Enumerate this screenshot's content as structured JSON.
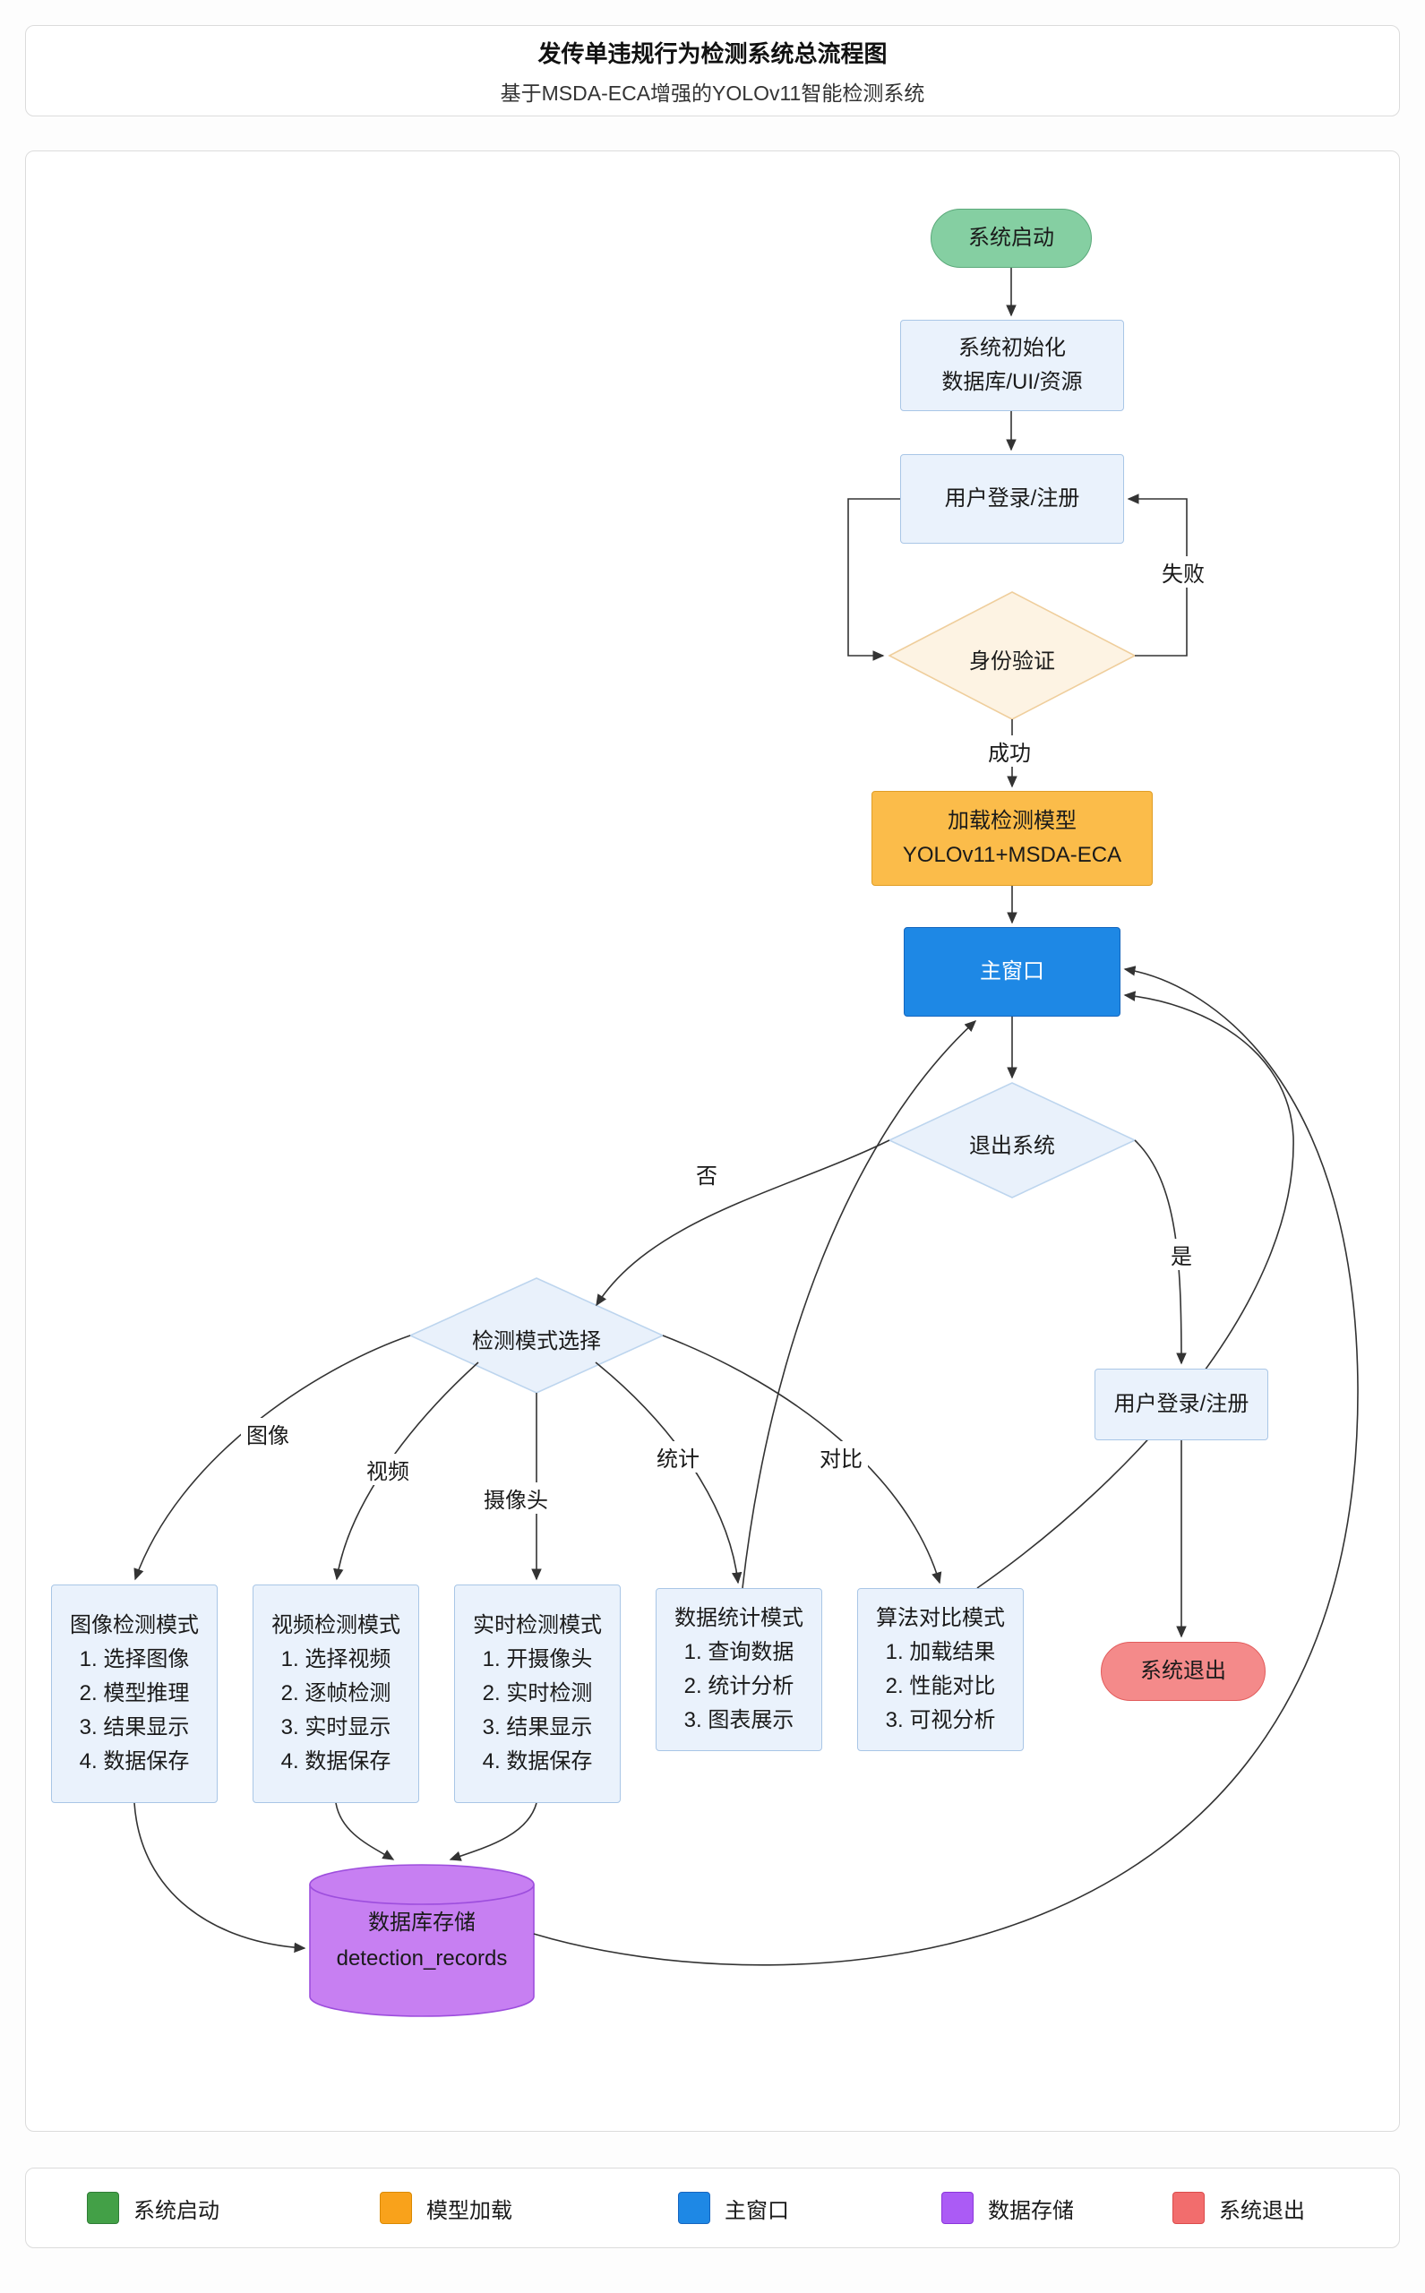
{
  "header": {
    "title": "发传单违规行为检测系统总流程图",
    "subtitle": "基于MSDA-ECA增强的YOLOv11智能检测系统"
  },
  "flowchart": {
    "nodes": {
      "start": {
        "label": "系统启动"
      },
      "init": {
        "line1": "系统初始化",
        "line2": "数据库/UI/资源"
      },
      "login": {
        "label": "用户登录/注册"
      },
      "auth": {
        "label": "身份验证"
      },
      "load_model": {
        "line1": "加载检测模型",
        "line2": "YOLOv11+MSDA-ECA"
      },
      "main_window": {
        "label": "主窗口"
      },
      "exit_decision": {
        "label": "退出系统"
      },
      "mode_select": {
        "label": "检测模式选择"
      },
      "relogin": {
        "label": "用户登录/注册"
      },
      "system_exit": {
        "label": "系统退出"
      },
      "database": {
        "line1": "数据库存储",
        "line2": "detection_records"
      },
      "image_mode": {
        "title": "图像检测模式",
        "steps": [
          "1. 选择图像",
          "2. 模型推理",
          "3. 结果显示",
          "4. 数据保存"
        ]
      },
      "video_mode": {
        "title": "视频检测模式",
        "steps": [
          "1. 选择视频",
          "2. 逐帧检测",
          "3. 实时显示",
          "4. 数据保存"
        ]
      },
      "realtime_mode": {
        "title": "实时检测模式",
        "steps": [
          "1. 开摄像头",
          "2. 实时检测",
          "3. 结果显示",
          "4. 数据保存"
        ]
      },
      "stats_mode": {
        "title": "数据统计模式",
        "steps": [
          "1. 查询数据",
          "2. 统计分析",
          "3. 图表展示"
        ]
      },
      "compare_mode": {
        "title": "算法对比模式",
        "steps": [
          "1. 加载结果",
          "2. 性能对比",
          "3. 可视分析"
        ]
      }
    },
    "edge_labels": {
      "fail": "失败",
      "success": "成功",
      "yes": "是",
      "no": "否",
      "image": "图像",
      "video": "视频",
      "camera": "摄像头",
      "stats": "统计",
      "compare": "对比"
    },
    "colors": {
      "start_fill": "#85CFA2",
      "process_fill": "#EAF2FC",
      "auth_fill": "#FDF3E3",
      "model_fill": "#FBBC4A",
      "main_window_fill": "#1E88E5",
      "decision_fill": "#E9F1FB",
      "database_fill": "#C77FF2",
      "exit_fill": "#F48A8A",
      "arrow": "#333333"
    }
  },
  "legend": {
    "items": [
      {
        "label": "系统启动",
        "color": "#43A047"
      },
      {
        "label": "模型加载",
        "color": "#F9A21B"
      },
      {
        "label": "主窗口",
        "color": "#1E88E5"
      },
      {
        "label": "数据存储",
        "color": "#AB5BF5"
      },
      {
        "label": "系统退出",
        "color": "#F26D6D"
      }
    ]
  }
}
